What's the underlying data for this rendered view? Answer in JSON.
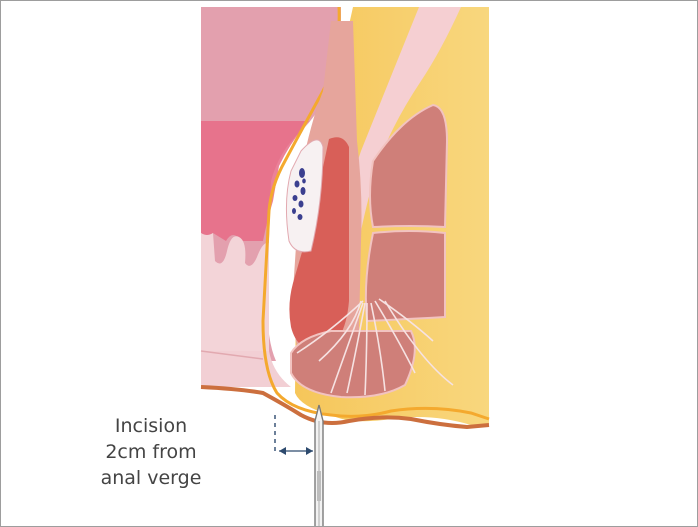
{
  "caption": {
    "lines": [
      "Incision",
      "2cm from",
      "anal verge"
    ]
  },
  "colors": {
    "frame_border": "#9d9d9d",
    "rectal_wall": "#e3a0ae",
    "rectal_lumen": "#e86b86",
    "mucosa_light": "#f3d4d8",
    "fat_yellow": "#f6c75b",
    "fat_outline": "#f4a92e",
    "muscle_outer": "#cf7f79",
    "muscle_inner": "#d85f58",
    "muscle_light": "#e6a59c",
    "fistula_dark": "#3b3f8f",
    "skin_line": "#cc6f3e",
    "levator_tube": "#f5cfd2",
    "needle": "#bdbdbd",
    "dim_line": "#2d4a6e",
    "text": "#444444"
  },
  "icons": {
    "needle": "needle-icon",
    "dimension": "dimension-marker"
  }
}
